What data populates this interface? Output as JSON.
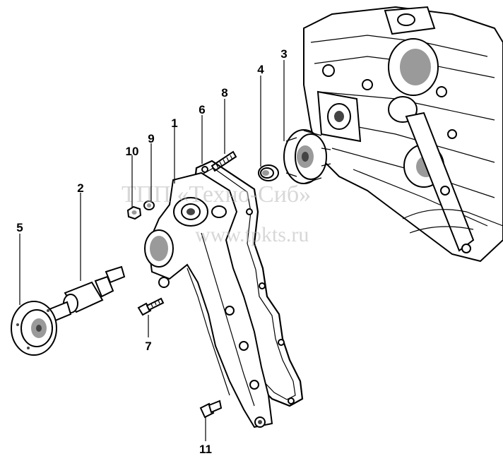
{
  "callouts": [
    {
      "label": "1"
    },
    {
      "label": "2"
    },
    {
      "label": "3"
    },
    {
      "label": "4"
    },
    {
      "label": "5"
    },
    {
      "label": "6"
    },
    {
      "label": "7"
    },
    {
      "label": "8"
    },
    {
      "label": "9"
    },
    {
      "label": "10"
    },
    {
      "label": "11"
    }
  ],
  "watermark": {
    "line1": "ТПП «Техно-Сиб»",
    "line2": "www.tpkts.ru"
  }
}
